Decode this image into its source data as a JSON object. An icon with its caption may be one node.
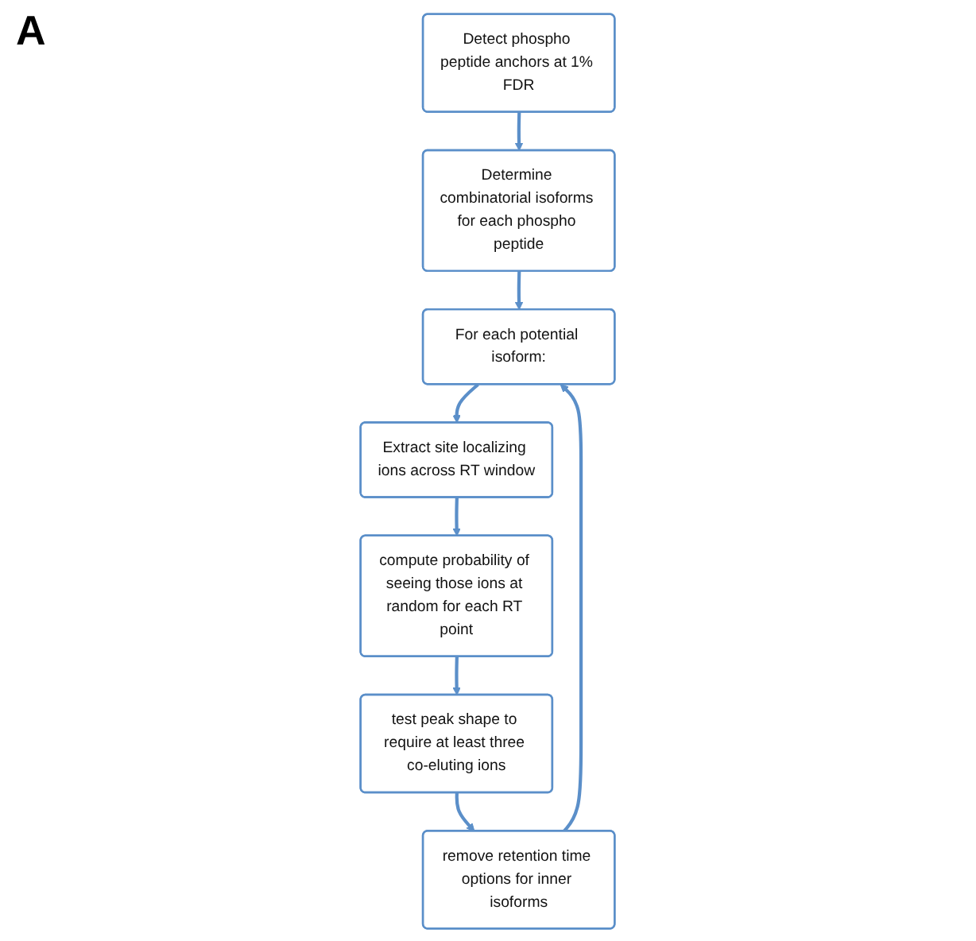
{
  "diagram": {
    "nodes": [
      {
        "text": [
          "Detect phospho peptide anchors at 1% FDR"
        ]
      },
      {
        "text": [
          "Determine combinatorial isoforms for each phospho peptide"
        ]
      },
      {
        "text": [
          "For each potential isoform:"
        ]
      },
      {
        "text": [
          "Extract site localizing ions across RT window"
        ]
      },
      {
        "text": [
          "compute probability of seeing those ions at random for each RT point"
        ]
      },
      {
        "text": [
          "test peak shape to require at least three co-eluting ions"
        ]
      },
      {
        "text": [
          "remove retention time options for inner isoforms"
        ]
      }
    ],
    "edges": [
      {
        "from": 0,
        "to": 1,
        "arrow": "to"
      },
      {
        "from": 1,
        "to": 2,
        "arrow": "to"
      },
      {
        "from": 2,
        "to": 3,
        "arrow": "to"
      },
      {
        "from": 3,
        "to": 4,
        "arrow": "to"
      },
      {
        "from": 4,
        "to": 5,
        "arrow": "to"
      },
      {
        "from": 5,
        "to": 6,
        "arrow": "to"
      },
      {
        "from": 6,
        "to": 2,
        "arrow": "to"
      }
    ],
    "labels": [
      "A"
    ]
  }
}
